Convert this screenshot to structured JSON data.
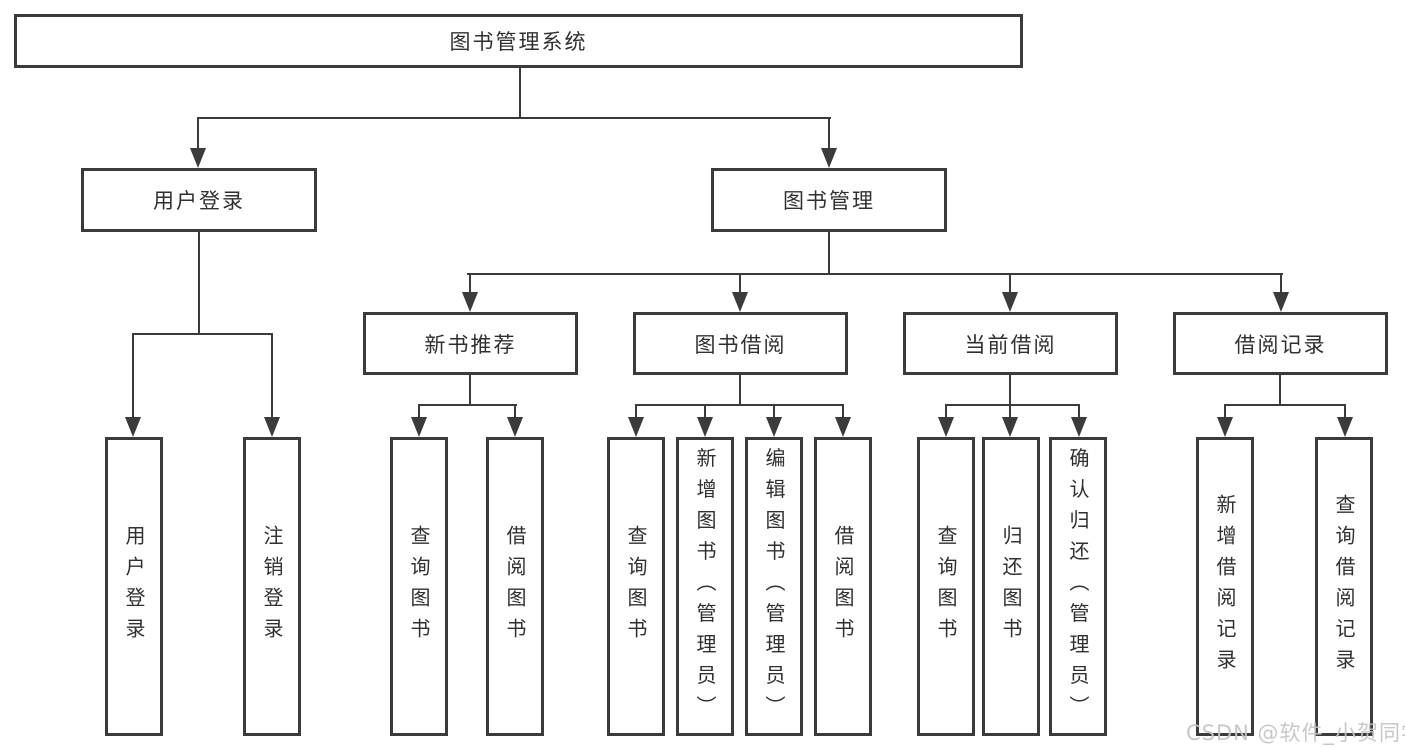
{
  "diagram": {
    "tree": {
      "root": "图书管理系统",
      "children": [
        {
          "label": "用户登录",
          "children": [
            "用户登录",
            "注销登录"
          ]
        },
        {
          "label": "图书管理",
          "children": [
            {
              "label": "新书推荐",
              "children": [
                "查询图书",
                "借阅图书"
              ]
            },
            {
              "label": "图书借阅",
              "children": [
                "查询图书",
                "新增图书（管理员）",
                "编辑图书（管理员）",
                "借阅图书"
              ]
            },
            {
              "label": "当前借阅",
              "children": [
                "查询图书",
                "归还图书",
                "确认归还（管理员）"
              ]
            },
            {
              "label": "借阅记录",
              "children": [
                "新增借阅记录",
                "查询借阅记录"
              ]
            }
          ]
        }
      ]
    },
    "watermark": "CSDN @软件_小贺同学",
    "colors": {
      "line": "#3b3b3b",
      "text": "#303030",
      "background": "#ffffff",
      "watermark": "#c5c5c5"
    }
  }
}
